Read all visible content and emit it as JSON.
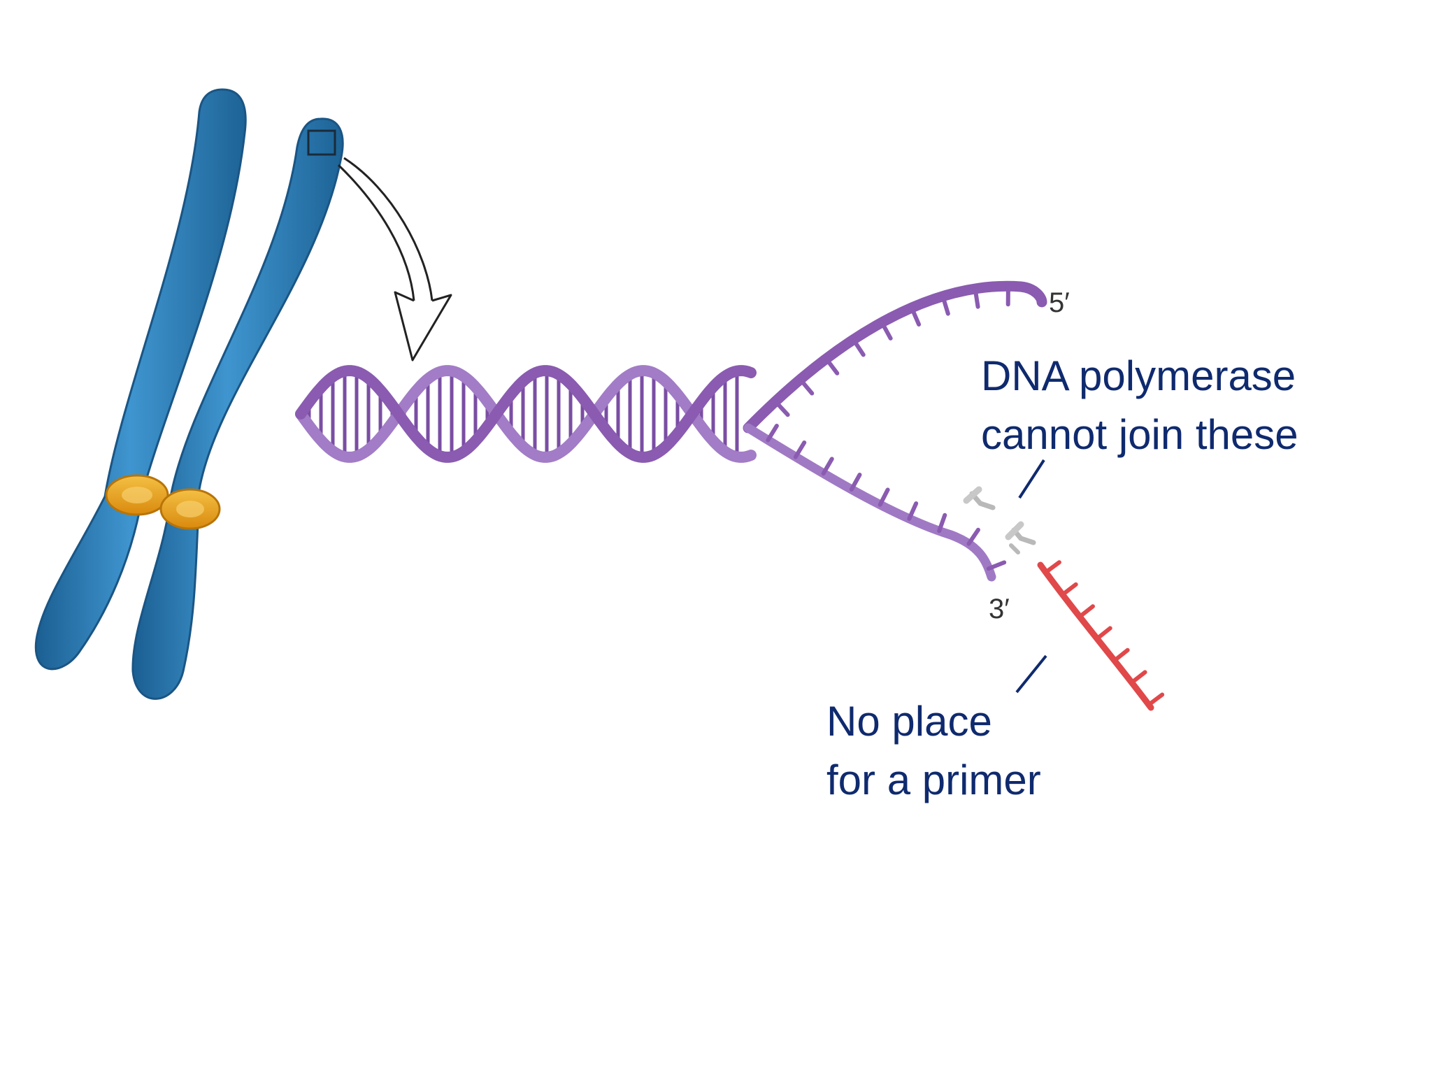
{
  "labels": {
    "five_prime": "5′",
    "three_prime": "3′",
    "polymerase_line1": "DNA polymerase",
    "polymerase_line2": "cannot join these",
    "primer_line1": "No place",
    "primer_line2": "for a primer"
  },
  "colors": {
    "chromosome": "#2f7fb8",
    "centromere": "#e8a21a",
    "dna_strand": "#8a5bb0",
    "primer": "#e0484a",
    "label_text": "#0f2a6e",
    "end_marks": "#333333"
  }
}
